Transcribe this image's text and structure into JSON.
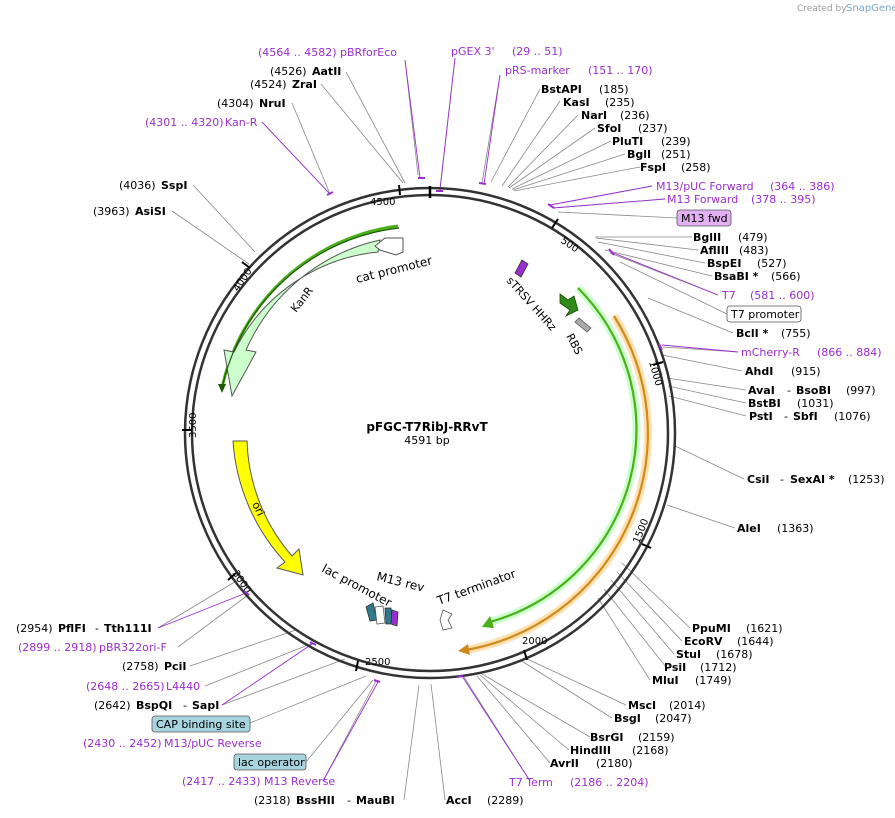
{
  "watermark": {
    "created_by": "Created by",
    "brand": "SnapGene"
  },
  "plasmid": {
    "name": "pFGC-T7RibJ-RRvT",
    "length": "4591 bp"
  },
  "ticks": [
    "500",
    "1000",
    "1500",
    "2000",
    "2500",
    "3000",
    "3500",
    "4000",
    "4500"
  ],
  "features": {
    "kanr": "KanR",
    "cat_promoter": "cat promoter",
    "ori": "ori",
    "lac_promoter": "lac promoter",
    "m13_rev": "M13 rev",
    "t7_terminator": "T7 terminator",
    "strsv": "sTRSV HHRz",
    "rbs": "RBS"
  },
  "labels": {
    "pbrforeco": {
      "pos": "(4564 .. 4582)",
      "name": "pBRforEco"
    },
    "pgex3": {
      "name": "pGEX 3'",
      "pos": "(29 .. 51)"
    },
    "prs_marker": {
      "name": "pRS-marker",
      "pos": "(151 .. 170)"
    },
    "aatii": {
      "pos": "(4526)",
      "name": "AatII"
    },
    "zrai": {
      "pos": "(4524)",
      "name": "ZraI"
    },
    "nrui": {
      "pos": "(4304)",
      "name": "NruI"
    },
    "kan_r": {
      "pos": "(4301 .. 4320)",
      "name": "Kan-R"
    },
    "sspi": {
      "pos": "(4036)",
      "name": "SspI"
    },
    "asisi": {
      "pos": "(3963)",
      "name": "AsiSI"
    },
    "bstapi": {
      "name": "BstAPI",
      "pos": "(185)"
    },
    "kasi": {
      "name": "KasI",
      "pos": "(235)"
    },
    "nari": {
      "name": "NarI",
      "pos": "(236)"
    },
    "sfoi": {
      "name": "SfoI",
      "pos": "(237)"
    },
    "pluti": {
      "name": "PluTI",
      "pos": "(239)"
    },
    "bgli": {
      "name": "BglI",
      "pos": "(251)"
    },
    "fspi": {
      "name": "FspI",
      "pos": "(258)"
    },
    "m13puc_fwd": {
      "name": "M13/pUC Forward",
      "pos": "(364 .. 386)"
    },
    "m13_forward": {
      "name": "M13 Forward",
      "pos": "(378 .. 395)"
    },
    "m13_fwd_box": "M13 fwd",
    "bglii": {
      "name": "BglII",
      "pos": "(479)"
    },
    "afliii": {
      "name": "AflIII",
      "pos": "(483)"
    },
    "bspei": {
      "name": "BspEI",
      "pos": "(527)"
    },
    "bsabi": {
      "name": "BsaBI *",
      "pos": "(566)"
    },
    "t7": {
      "name": "T7",
      "pos": "(581 .. 600)"
    },
    "t7_promoter_box": "T7 promoter",
    "bcli": {
      "name": "BclI *",
      "pos": "(755)"
    },
    "mcherry_r": {
      "name": "mCherry-R",
      "pos": "(866 .. 884)"
    },
    "ahdi": {
      "name": "AhdI",
      "pos": "(915)"
    },
    "avai": {
      "name": "AvaI",
      "sep": "-",
      "name2": "BsoBI",
      "pos": "(997)"
    },
    "bstbi": {
      "name": "BstBI",
      "pos": "(1031)"
    },
    "psti": {
      "name": "PstI",
      "sep": "-",
      "name2": "SbfI",
      "pos": "(1076)"
    },
    "csii": {
      "name": "CsiI",
      "sep": "-",
      "name2": "SexAI *",
      "pos": "(1253)"
    },
    "alei": {
      "name": "AleI",
      "pos": "(1363)"
    },
    "ppumi": {
      "name": "PpuMI",
      "pos": "(1621)"
    },
    "ecorv": {
      "name": "EcoRV",
      "pos": "(1644)"
    },
    "stui": {
      "name": "StuI",
      "pos": "(1678)"
    },
    "psii": {
      "name": "PsiI",
      "pos": "(1712)"
    },
    "mlui": {
      "name": "MluI",
      "pos": "(1749)"
    },
    "msci": {
      "name": "MscI",
      "pos": "(2014)"
    },
    "bsgi": {
      "name": "BsgI",
      "pos": "(2047)"
    },
    "bsrgi": {
      "name": "BsrGI",
      "pos": "(2159)"
    },
    "hindiii": {
      "name": "HindIII",
      "pos": "(2168)"
    },
    "avrii": {
      "name": "AvrII",
      "pos": "(2180)"
    },
    "t7_term": {
      "name": "T7 Term",
      "pos": "(2186 .. 2204)"
    },
    "acci": {
      "name": "AccI",
      "pos": "(2289)"
    },
    "bsshii": {
      "pos": "(2318)",
      "name": "BssHII",
      "sep": "-",
      "name2": "MauBI"
    },
    "m13_reverse": {
      "pos": "(2417 .. 2433)",
      "name": "M13 Reverse"
    },
    "lac_operator_box": "lac operator",
    "m13puc_rev": {
      "pos": "(2430 .. 2452)",
      "name": "M13/pUC Reverse"
    },
    "cap_box": "CAP binding site",
    "bspqi": {
      "pos": "(2642)",
      "name": "BspQI",
      "sep": "-",
      "name2": "SapI"
    },
    "l4440": {
      "pos": "(2648 .. 2665)",
      "name": "L4440"
    },
    "pcii": {
      "pos": "(2758)",
      "name": "PciI"
    },
    "pbr322ori": {
      "pos": "(2899 .. 2918)",
      "name": "pBR322ori-F"
    },
    "pflfi": {
      "pos": "(2954)",
      "name": "PflFI",
      "sep": "-",
      "name2": "Tth111I"
    }
  },
  "colors": {
    "backbone": "#333333",
    "primer": "#9a2ecf",
    "kanr_fill": "#ccffcc",
    "ori_fill": "#ffff00",
    "green_arc": "#4caf1a",
    "orange_arc": "#e8a53a",
    "box_teal": "#a8d4e0",
    "box_purple": "#e0b0f0"
  }
}
